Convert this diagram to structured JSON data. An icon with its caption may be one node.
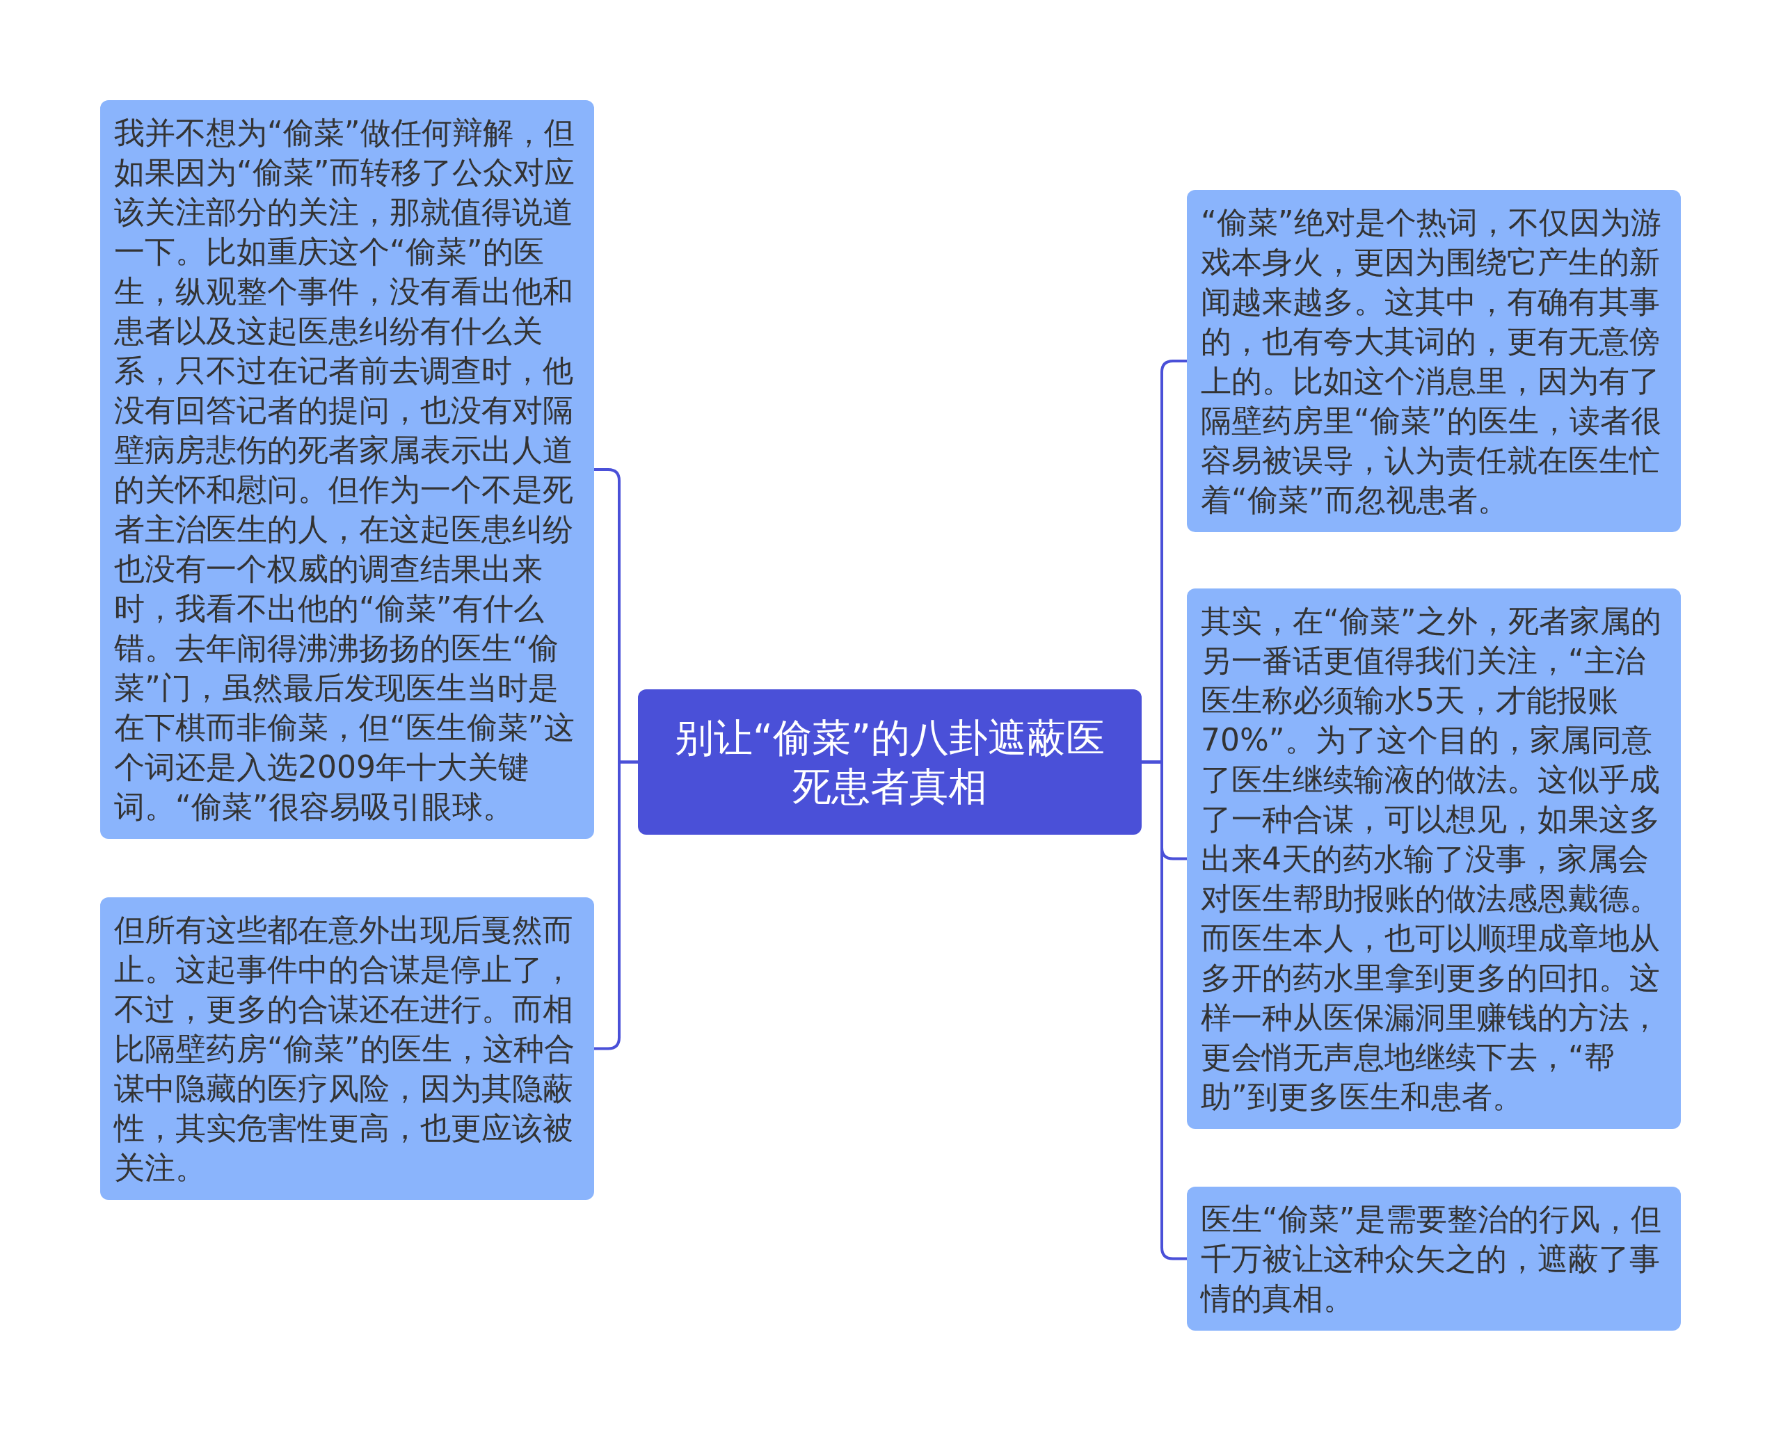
{
  "diagram": {
    "nodes": [
      {
        "text": [
          "别让“偷菜”的八卦遮蔽医死患者真相"
        ]
      },
      {
        "text": [
          "我并不想为“偷菜”做任何辩解，但如果因为“偷菜”而转移了公众对应该关注部分的关注，那就值得说道一下。比如重庆这个“偷菜”的医生，纵观整个事件，没有看出他和患者以及这起医患纠纷有什么关系，只不过在记者前去调查时，他没有回答记者的提问，也没有对隔壁病房悲伤的死者家属表示出人道的关怀和慰问。但作为一个不是死者主治医生的人，在这起医患纠纷也没有一个权威的调查结果出来时，我看不出他的“偷菜”有什么错。去年闹得沸沸扬扬的医生“偷菜”门，虽然最后发现医生当时是在下棋而非偷菜，但“医生偷菜”这个词还是入选2009年十大关键词。“偷菜”很容易吸引眼球。"
        ]
      },
      {
        "text": [
          "但所有这些都在意外出现后戛然而止。这起事件中的合谋是停止了，不过，更多的合谋还在进行。而相比隔壁药房“偷菜”的医生，这种合谋中隐藏的医疗风险，因为其隐蔽性，其实危害性更高，也更应该被关注。"
        ]
      },
      {
        "text": [
          "“偷菜”绝对是个热词，不仅因为游戏本身火，更因为围绕它产生的新闻越来越多。这其中，有确有其事的，也有夸大其词的，更有无意傍上的。比如这个消息里，因为有了隔壁药房里“偷菜”的医生，读者很容易被误导，认为责任就在医生忙着“偷菜”而忽视患者。"
        ]
      },
      {
        "text": [
          "其实，在“偷菜”之外，死者家属的另一番话更值得我们关注，“主治医生称必须输水5天，才能报账70%”。为了这个目的，家属同意了医生继续输液的做法。这似乎成了一种合谋，可以想见，如果这多出来4天的药水输了没事，家属会对医生帮助报账的做法感恩戴德。而医生本人，也可以顺理成章地从多开的药水里拿到更多的回扣。这样一种从医保漏洞里赚钱的方法，更会悄无声息地继续下去，“帮助”到更多医生和患者。"
        ]
      },
      {
        "text": [
          "医生“偷菜”是需要整治的行风，但千万被让这种众矢之的，遮蔽了事情的真相。"
        ]
      }
    ],
    "edges": [
      {
        "from": 0,
        "to": 1,
        "arrow": "none"
      },
      {
        "from": 0,
        "to": 2,
        "arrow": "none"
      },
      {
        "from": 0,
        "to": 3,
        "arrow": "none"
      },
      {
        "from": 0,
        "to": 4,
        "arrow": "none"
      },
      {
        "from": 0,
        "to": 5,
        "arrow": "none"
      }
    ]
  }
}
